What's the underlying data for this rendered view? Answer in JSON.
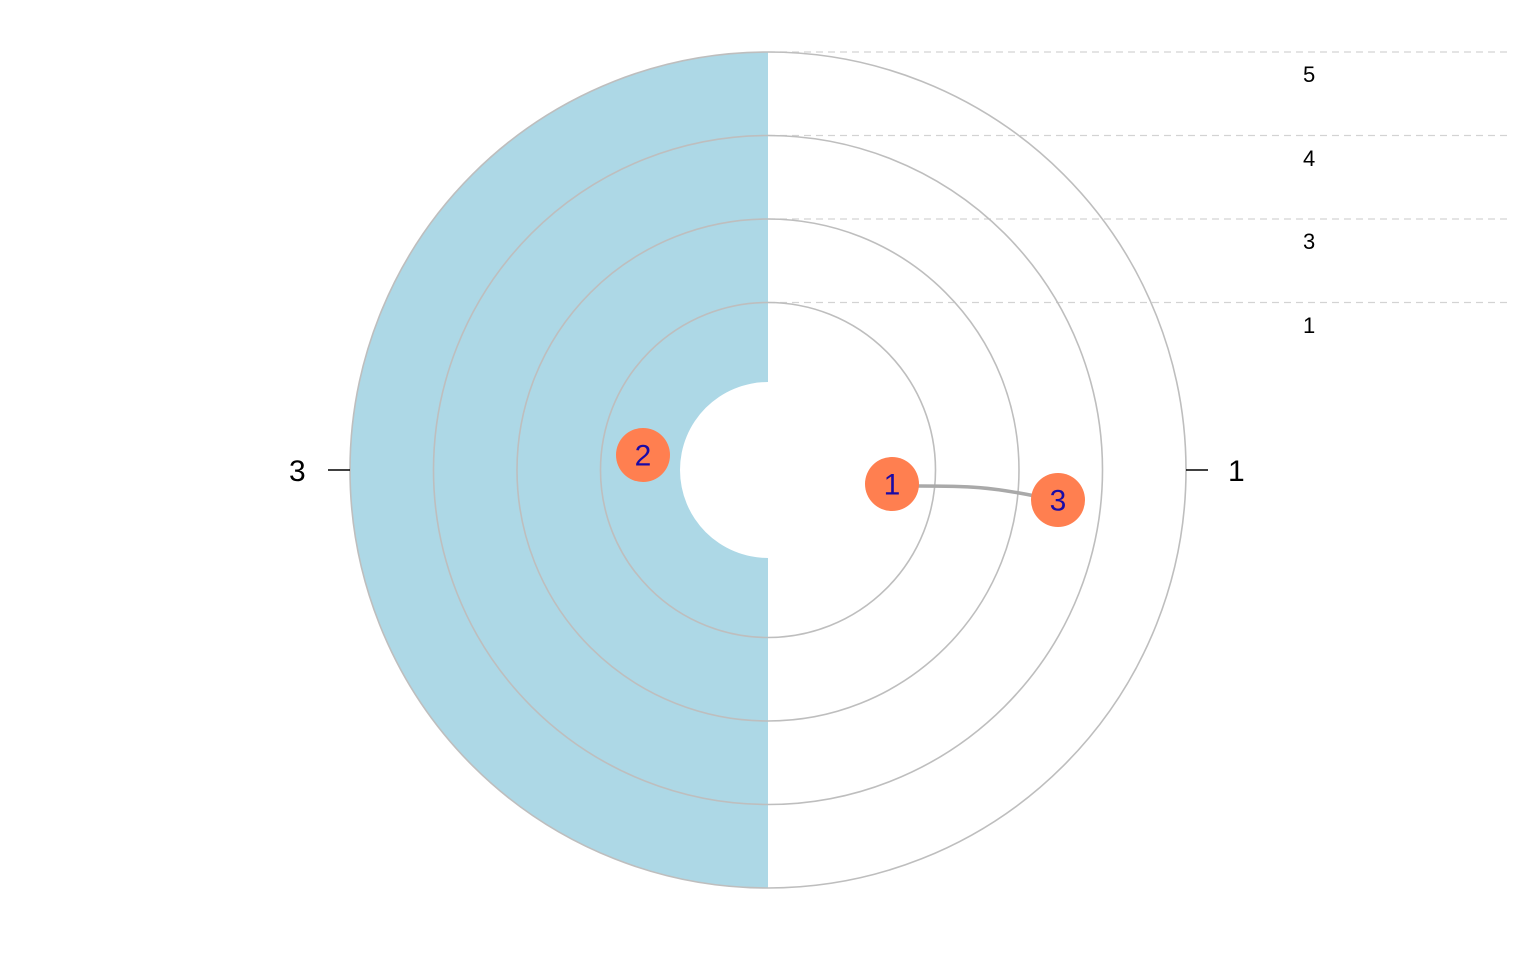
{
  "colors": {
    "shaded_half": "#add8e6",
    "ring_stroke": "#bebebe",
    "guide_line": "#d3d3d3",
    "node_fill": "#ff7f50",
    "node_text": "#1a0aa6",
    "edge": "#a9a9a9",
    "background": "#ffffff"
  },
  "rings": [
    {
      "label": "1"
    },
    {
      "label": "3"
    },
    {
      "label": "4"
    },
    {
      "label": "5"
    }
  ],
  "axis_labels": {
    "left": "3",
    "right": "1"
  },
  "nodes": [
    {
      "label": "1"
    },
    {
      "label": "2"
    },
    {
      "label": "3"
    }
  ],
  "edges": [
    {
      "from": "1",
      "to": "3"
    }
  ]
}
